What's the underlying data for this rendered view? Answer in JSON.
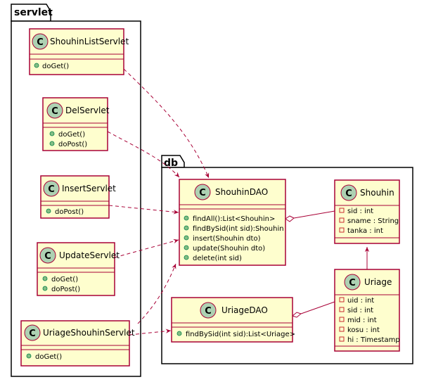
{
  "packages": {
    "servlet": {
      "title": "servlet"
    },
    "db": {
      "title": "db"
    }
  },
  "class_badge_letter": "C",
  "classes": {
    "ShouhinListServlet": {
      "name": "ShouhinListServlet",
      "methods": [
        "doGet()"
      ]
    },
    "DelServlet": {
      "name": "DelServlet",
      "methods": [
        "doGet()",
        "doPost()"
      ]
    },
    "InsertServlet": {
      "name": "InsertServlet",
      "methods": [
        "doPost()"
      ]
    },
    "UpdateServlet": {
      "name": "UpdateServlet",
      "methods": [
        "doGet()",
        "doPost()"
      ]
    },
    "UriageShouhinServlet": {
      "name": "UriageShouhinServlet",
      "methods": [
        "doGet()"
      ]
    },
    "ShouhinDAO": {
      "name": "ShouhinDAO",
      "methods": [
        "findAll():List<Shouhin>",
        "findBySid(int sid):Shouhin",
        "insert(Shouhin dto)",
        "update(Shouhin dto)",
        "delete(int sid)"
      ]
    },
    "UriageDAO": {
      "name": "UriageDAO",
      "methods": [
        "findBySid(int sid):List<Uriage>"
      ]
    },
    "Shouhin": {
      "name": "Shouhin",
      "fields": [
        "sid : int",
        "sname : String",
        "tanka : int"
      ]
    },
    "Uriage": {
      "name": "Uriage",
      "fields": [
        "uid : int",
        "sid : int",
        "mid : int",
        "kosu : int",
        "hi : Timestamp"
      ]
    }
  },
  "colors": {
    "class_fill": "#FEFECE",
    "class_border": "#A80036",
    "badge_fill": "#ADD1B2",
    "public_method": "#84BE84",
    "private_field": "#C82930"
  }
}
